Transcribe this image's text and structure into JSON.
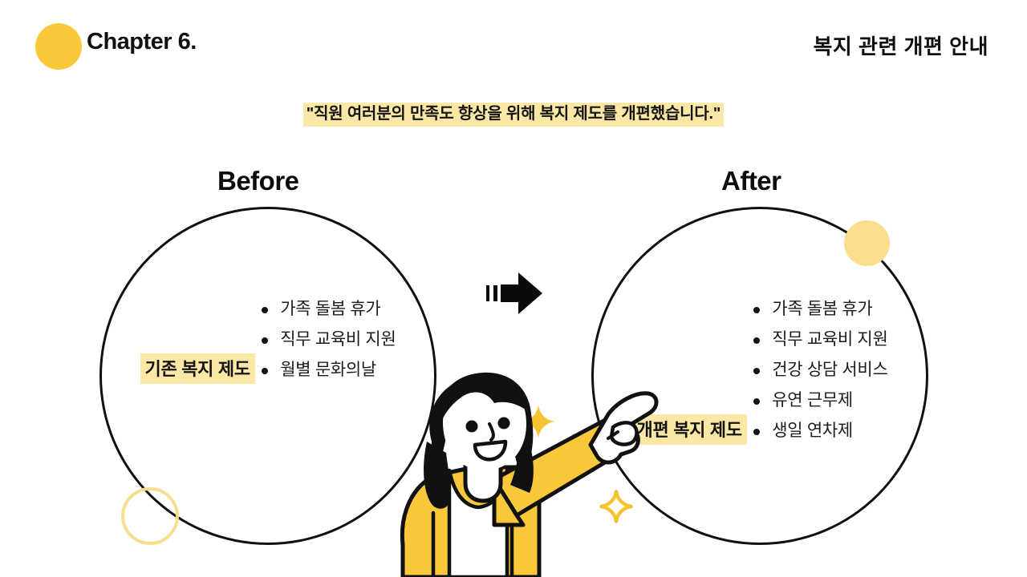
{
  "header": {
    "chapter_label": "Chapter 6.",
    "title": "복지 관련 개편 안내",
    "dot_color": "#F9C83A"
  },
  "quote": {
    "text": "\"직원 여러분의 만족도 향상을 위해 복지 제도를 개편했습니다.\"",
    "highlight_color": "#FBE8A6"
  },
  "comparison": {
    "before": {
      "heading": "Before",
      "panel_title": "기존 복지 제도",
      "items": [
        "가족 돌봄 휴가",
        "직무 교육비 지원",
        "월별 문화의날"
      ]
    },
    "after": {
      "heading": "After",
      "panel_title": "개편 복지 제도",
      "items": [
        "가족 돌봄 휴가",
        "직무 교육비 지원",
        "건강 상담 서비스",
        "유연 근무제",
        "생일 연차제"
      ]
    }
  },
  "decorations": {
    "arrow": "right-arrow-icon",
    "ring": "ring-outline-decoration",
    "dot": "yellow-dot-decoration",
    "sparkles": [
      "sparkle-filled",
      "sparkle-outline"
    ],
    "illustration": "pointing-woman-illustration",
    "accent_color": "#F9C83A",
    "accent_light": "#FADE8D",
    "outline_color": "#111111"
  }
}
